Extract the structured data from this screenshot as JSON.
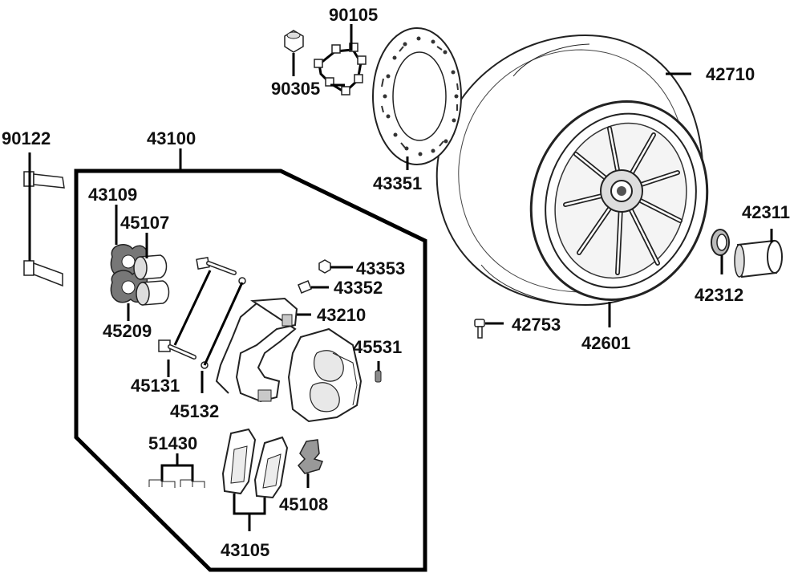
{
  "diagram": {
    "callouts": {
      "p90105": "90105",
      "p90305": "90305",
      "p42710": "42710",
      "p90122": "90122",
      "p43100": "43100",
      "p43109": "43109",
      "p45107": "45107",
      "p43351": "43351",
      "p42311": "42311",
      "p43353": "43353",
      "p43352": "43352",
      "p43210": "43210",
      "p45209": "45209",
      "p42312": "42312",
      "p42753": "42753",
      "p42601": "42601",
      "p45531": "45531",
      "p45131": "45131",
      "p45132": "45132",
      "p51430": "51430",
      "p45108": "45108",
      "p43105": "43105"
    },
    "icons": {
      "nut": "hex-nut-icon",
      "bolts": "bolt-set-icon",
      "disc": "brake-disc-icon",
      "tire": "tire-icon",
      "rim": "wheel-rim-icon",
      "caliper": "brake-caliper-icon",
      "pads": "brake-pad-icon",
      "spring": "pad-spring-icon",
      "seals": "seal-ring-icon",
      "pistons": "piston-icon",
      "pins": "slide-pin-icon",
      "collar": "collar-icon",
      "spacer": "spacer-icon",
      "valve": "valve-icon"
    }
  }
}
